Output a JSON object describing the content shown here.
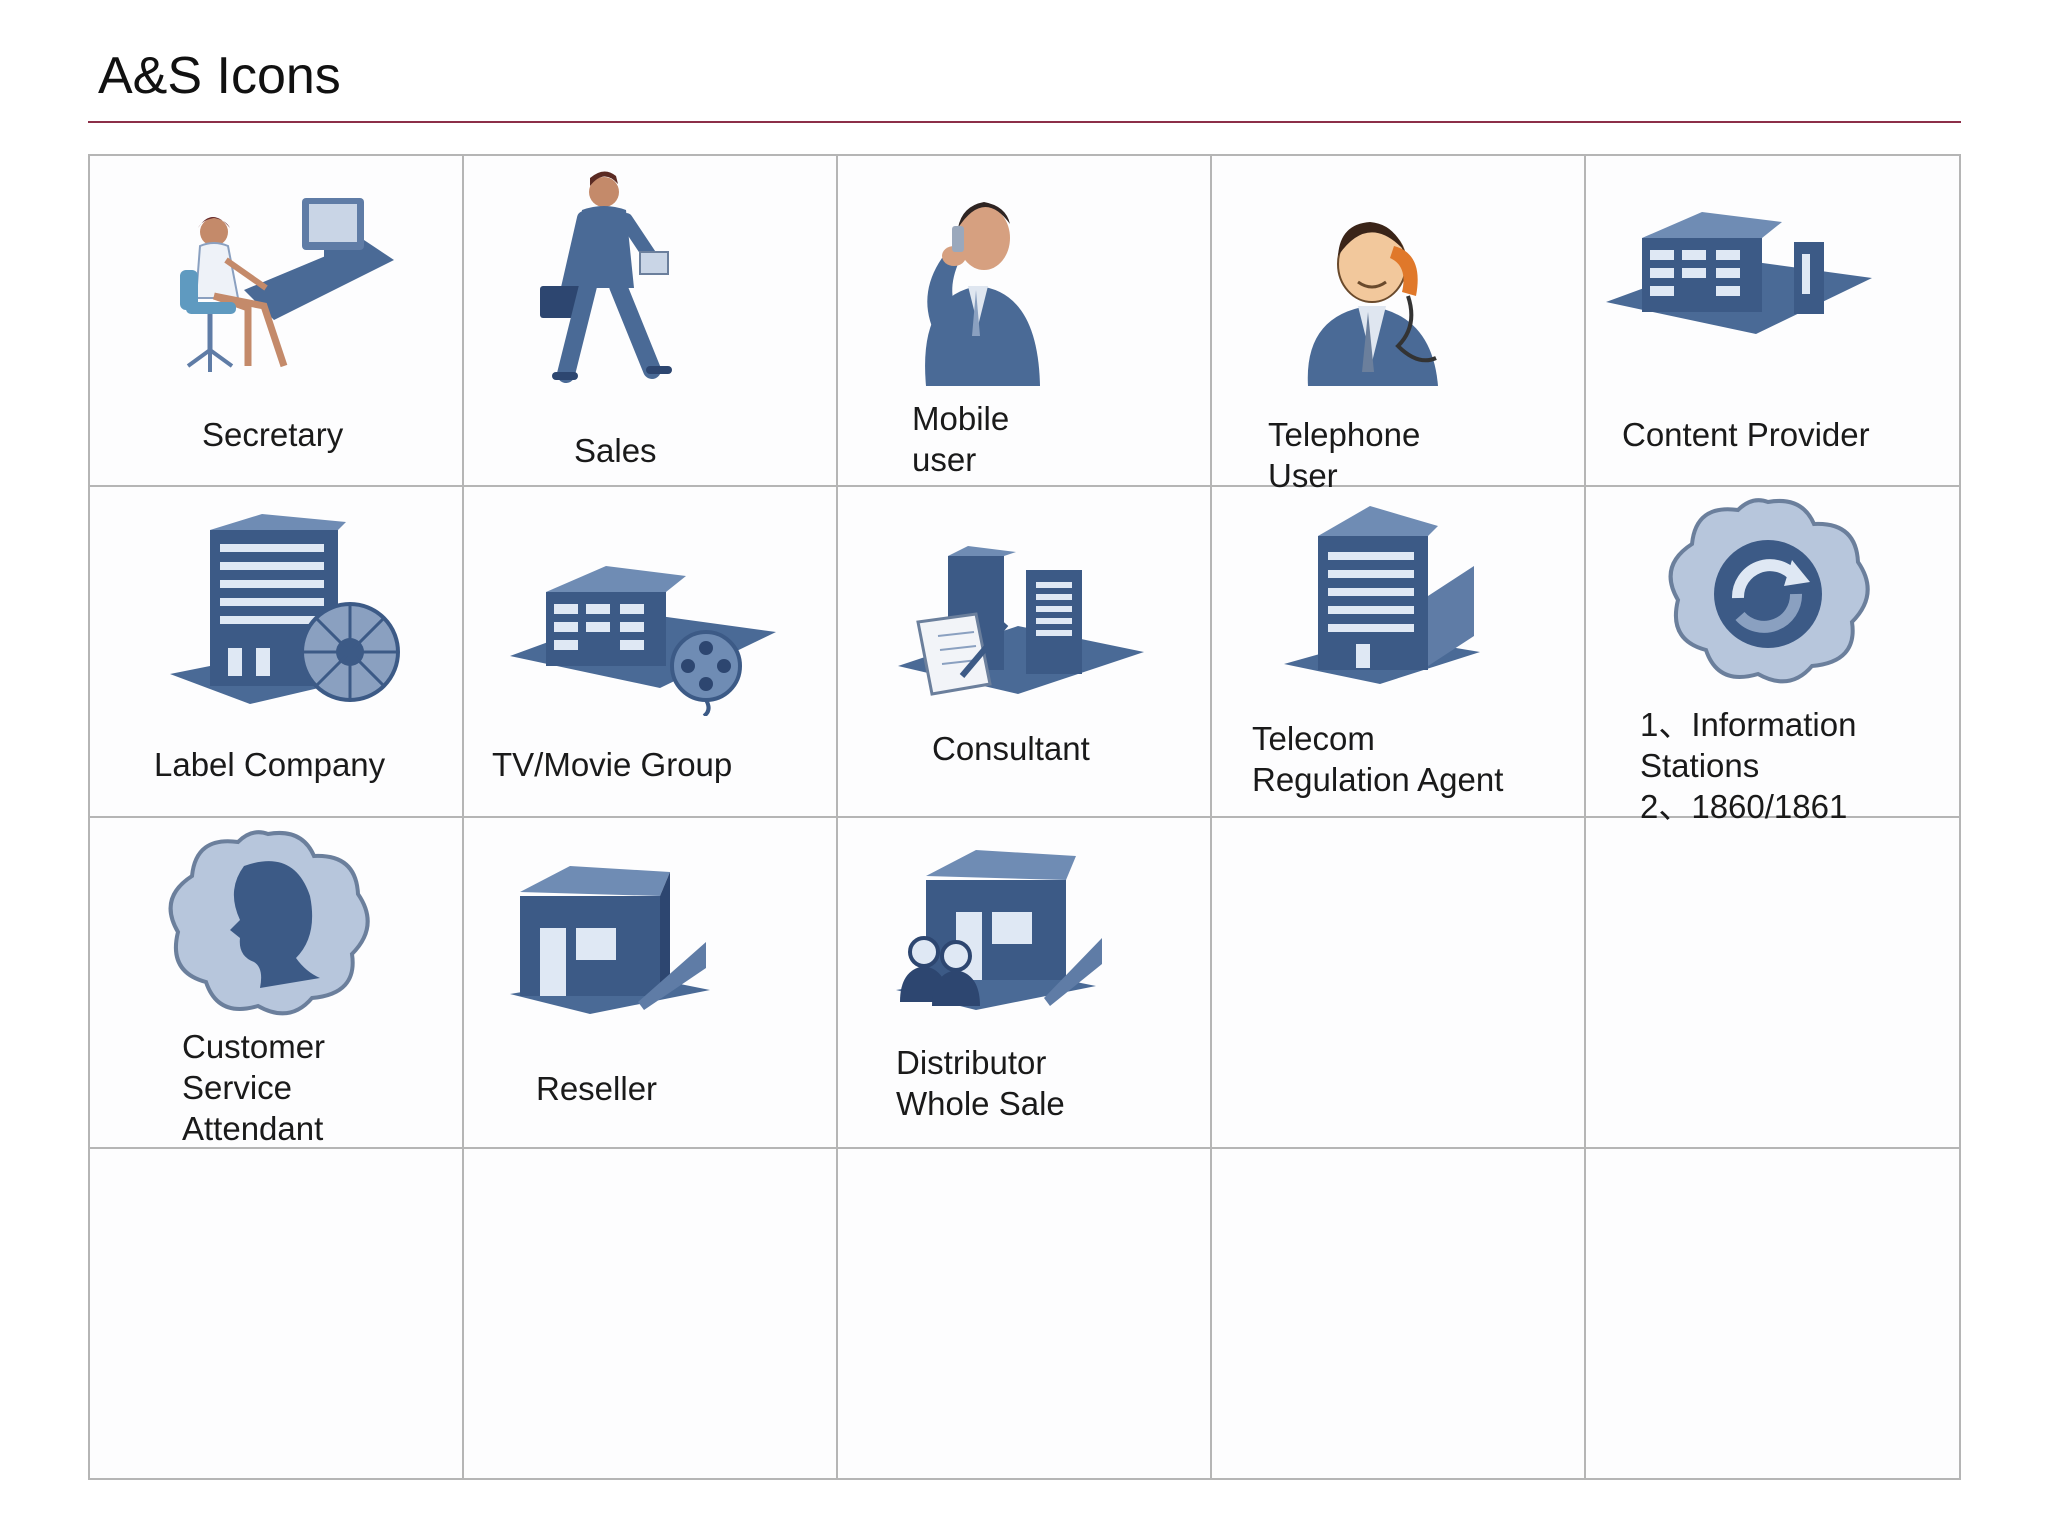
{
  "page": {
    "title": "A&S Icons"
  },
  "colors": {
    "rule": "#8c2f48",
    "grid": "#b5b5b5",
    "icon_dark": "#3c5a86",
    "icon_mid": "#5f7ca6",
    "icon_light": "#b7c6dc"
  },
  "cells": [
    {
      "icon": "secretary-icon",
      "lines": [
        "Secretary"
      ]
    },
    {
      "icon": "salesman-icon",
      "lines": [
        "Sales"
      ]
    },
    {
      "icon": "mobile-user-icon",
      "lines": [
        "Mobile",
        "user"
      ]
    },
    {
      "icon": "telephone-user-icon",
      "lines": [
        "Telephone",
        "User"
      ]
    },
    {
      "icon": "enterprise-building-icon",
      "lines": [
        "Content Provider"
      ]
    },
    {
      "icon": "label-company-icon",
      "lines": [
        "Label Company"
      ]
    },
    {
      "icon": "tv-movie-group-icon",
      "lines": [
        "TV/Movie Group"
      ]
    },
    {
      "icon": "consultant-building-icon",
      "lines": [
        "Consultant"
      ]
    },
    {
      "icon": "telecom-building-icon",
      "lines": [
        "Telecom",
        "Regulation Agent"
      ]
    },
    {
      "icon": "information-station-icon",
      "lines": [
        "1、Information",
        "Stations",
        "2、1860/1861"
      ]
    },
    {
      "icon": "customer-service-icon",
      "lines": [
        "Customer",
        "Service",
        "Attendant"
      ]
    },
    {
      "icon": "reseller-shop-icon",
      "lines": [
        "Reseller"
      ]
    },
    {
      "icon": "distributor-shop-icon",
      "lines": [
        "Distributor",
        "Whole Sale"
      ]
    }
  ]
}
